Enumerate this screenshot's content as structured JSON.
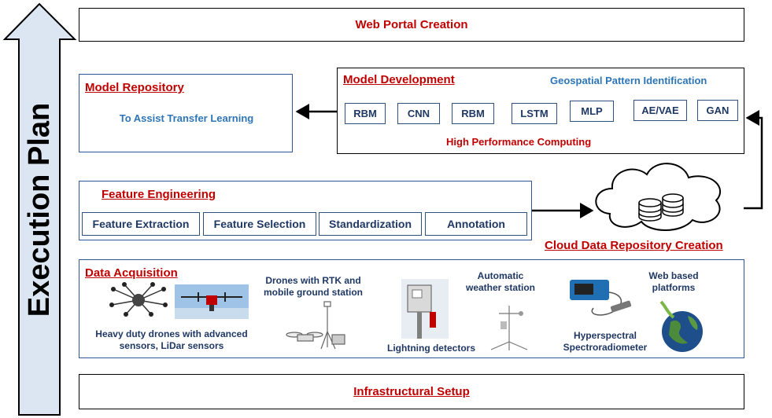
{
  "side_label": "Execution Plan",
  "web_portal": "Web Portal Creation",
  "model_repository": {
    "title": "Model Repository",
    "subtitle": "To Assist Transfer Learning"
  },
  "model_development": {
    "title": "Model Development",
    "note": "Geospatial Pattern Identification",
    "models": [
      "RBM",
      "CNN",
      "RBM",
      "LSTM",
      "MLP",
      "AE/VAE",
      "GAN"
    ],
    "footer": "High Performance Computing"
  },
  "feature_engineering": {
    "title": "Feature Engineering",
    "steps": [
      "Feature Extraction",
      "Feature Selection",
      "Standardization",
      "Annotation"
    ]
  },
  "cloud": {
    "label": "Cloud Data Repository Creation"
  },
  "data_acquisition": {
    "title": "Data Acquisition",
    "items": [
      {
        "caption": "Heavy duty drones with advanced sensors, LiDar sensors",
        "icon": "drone-icon"
      },
      {
        "caption": "Drones with RTK and mobile ground station",
        "icon": "rtk-drone-icon"
      },
      {
        "caption": "Lightning detectors",
        "icon": "lightning-detector-icon"
      },
      {
        "caption": "Automatic weather station",
        "icon": "weather-station-icon"
      },
      {
        "caption": "Hyperspectral Spectroradiometer",
        "icon": "spectroradiometer-icon"
      },
      {
        "caption": "Web based platforms",
        "icon": "globe-icon"
      }
    ]
  },
  "infrastructure": "Infrastructural Setup"
}
